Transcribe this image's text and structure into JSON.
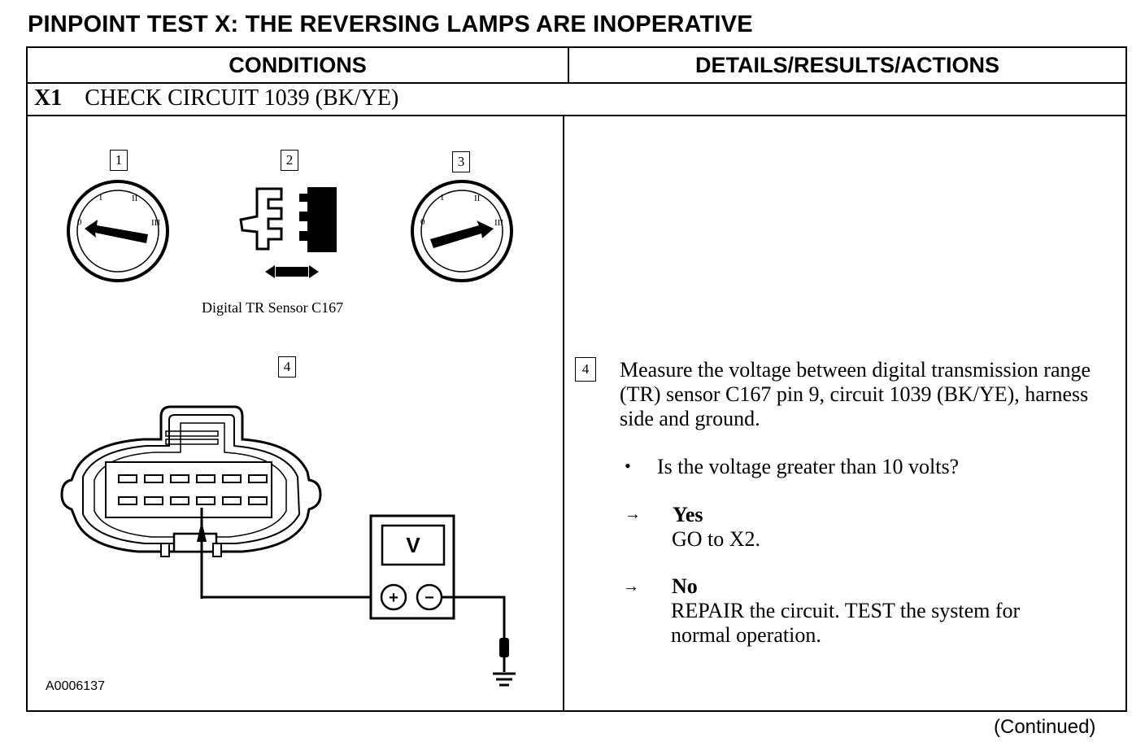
{
  "title": "PINPOINT TEST X:  THE REVERSING LAMPS ARE INOPERATIVE",
  "columns": [
    "CONDITIONS",
    "DETAILS/RESULTS/ACTIONS"
  ],
  "step": {
    "id": "X1",
    "label": "CHECK CIRCUIT 1039 (BK/YE)"
  },
  "figure": {
    "numbers": [
      "1",
      "2",
      "3",
      "4"
    ],
    "sensor_caption": "Digital TR Sensor C167",
    "meter_label": "V",
    "plus": "+",
    "minus": "−",
    "figure_id": "A0006137",
    "switch_marks": [
      "0",
      "I",
      "II",
      "III"
    ]
  },
  "details": {
    "step_number": "4",
    "instruction": "Measure the voltage between digital transmission range (TR) sensor C167 pin 9, circuit 1039 (BK/YE), harness side and ground.",
    "bullet": "•",
    "question": "Is the voltage greater than 10 volts?",
    "arrow": "→",
    "yes": {
      "label": "Yes",
      "action": "GO to X2."
    },
    "no": {
      "label": "No",
      "action_line1": "REPAIR the circuit. TEST the system for",
      "action_line2": "normal operation."
    }
  },
  "footer": {
    "continued": "(Continued)"
  }
}
